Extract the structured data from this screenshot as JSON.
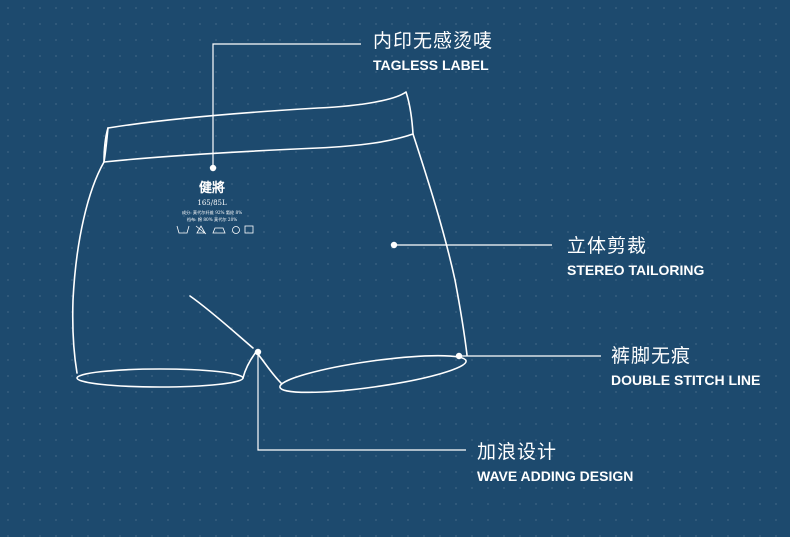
{
  "colors": {
    "background": "#1d4a6e",
    "line": "#ffffff"
  },
  "product_label": {
    "brand": "健將",
    "size": "165/85L",
    "composition_line1": "成分: 莫代尔纤维 92% 氨纶 8%",
    "composition_line2": "裆布: 棉 80% 莫代尔 20%",
    "care_icons": [
      "wash-icon",
      "no-bleach-icon",
      "iron-icon",
      "no-dryclean-icon",
      "tumble-dry-icon"
    ]
  },
  "callouts": [
    {
      "zh": "内印无感烫唛",
      "en": "TAGLESS LABEL"
    },
    {
      "zh": "立体剪裁",
      "en": "STEREO TAILORING"
    },
    {
      "zh": "裤脚无痕",
      "en": "DOUBLE STITCH LINE"
    },
    {
      "zh": "加浪设计",
      "en": "WAVE ADDING DESIGN"
    }
  ]
}
